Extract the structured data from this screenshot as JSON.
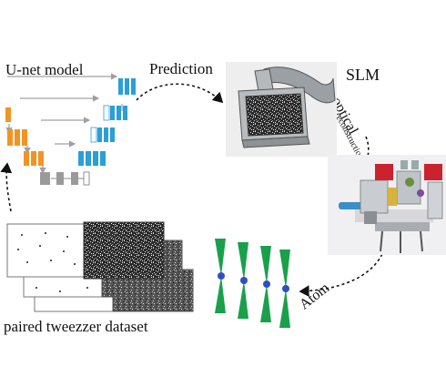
{
  "labels": {
    "unet_model": "U-net model",
    "prediction": "Prediction",
    "slm": "SLM",
    "optical": "optical",
    "reconstruction": "reconstruction",
    "atom": "Atom",
    "paired_dataset": "paired tweezzer dataset"
  },
  "colors": {
    "encoder": "#f29424",
    "bottleneck": "#9a9a9a",
    "decoder": "#2a9fd8",
    "skip_line": "#a0a0a0",
    "tweezer": "#1aa04b",
    "atom": "#2c4fc4"
  }
}
